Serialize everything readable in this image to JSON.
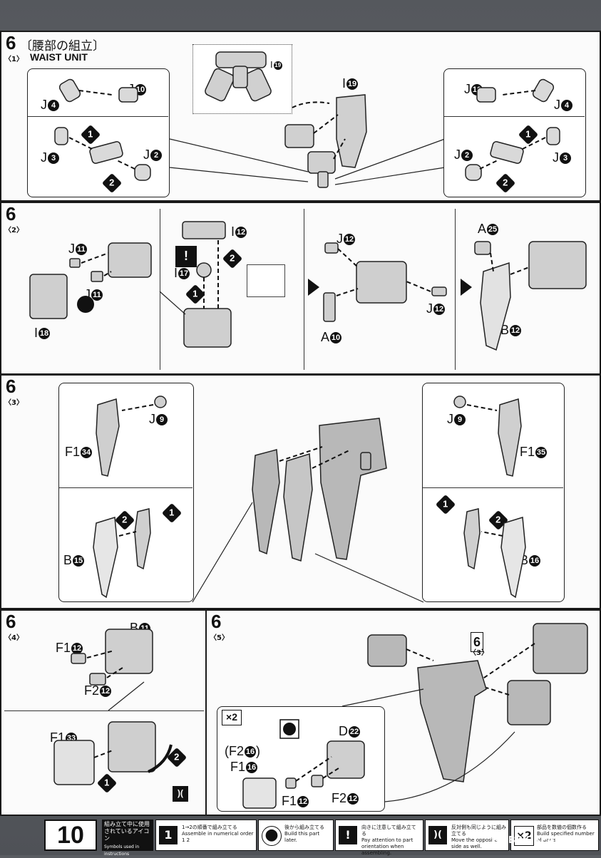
{
  "page": {
    "number": "10",
    "watermark": "HOBBY SEARCH"
  },
  "step6_1": {
    "step": "6",
    "sub": "〈1〉",
    "title_jp": "〔腰部の組立〕",
    "title_en": "WAIST UNIT",
    "labels": {
      "j4_left": "J",
      "j4_left_n": "4",
      "j10_left": "J",
      "j10_left_n": "10",
      "j3_left": "J",
      "j3_left_n": "3",
      "j2_left": "J",
      "j2_left_n": "2",
      "i19_top": "I",
      "i19_top_n": "19",
      "i19_mid": "I",
      "i19_mid_n": "19",
      "j10_right": "J",
      "j10_right_n": "10",
      "j4_right": "J",
      "j4_right_n": "4",
      "j2_right": "J",
      "j2_right_n": "2",
      "j3_right": "J",
      "j3_right_n": "3"
    },
    "order": [
      "1",
      "2"
    ]
  },
  "step6_2": {
    "step": "6",
    "sub": "〈2〉",
    "labels": {
      "j11_a": "J",
      "j11_a_n": "11",
      "j11_b": "J",
      "j11_b_n": "11",
      "i18": "I",
      "i18_n": "18",
      "i12": "I",
      "i12_n": "12",
      "i17": "I",
      "i17_n": "17",
      "j12_top": "J",
      "j12_top_n": "12",
      "a10": "A",
      "a10_n": "10",
      "j12_right": "J",
      "j12_right_n": "12",
      "a25": "A",
      "a25_n": "25",
      "b12": "B",
      "b12_n": "12"
    },
    "order": [
      "1",
      "2"
    ],
    "caution": "!"
  },
  "step6_3": {
    "step": "6",
    "sub": "〈3〉",
    "labels": {
      "j9_left": "J",
      "j9_left_n": "9",
      "f1_34": "F1",
      "f1_34_n": "34",
      "b15": "B",
      "b15_n": "15",
      "j9_right": "J",
      "j9_right_n": "9",
      "f1_35": "F1",
      "f1_35_n": "35",
      "b16": "B",
      "b16_n": "16"
    },
    "order": [
      "1",
      "2"
    ]
  },
  "step6_4": {
    "step": "6",
    "sub": "〈4〉",
    "labels": {
      "b11": "B",
      "b11_n": "11",
      "f1_12": "F1",
      "f1_12_n": "12",
      "f2_12": "F2",
      "f2_12_n": "12",
      "f1_33": "F1",
      "f1_33_n": "33"
    },
    "order": [
      "1",
      "2"
    ]
  },
  "step6_5": {
    "step": "6",
    "sub": "〈5〉",
    "ref_step": "6",
    "ref_sub": "〈3〉",
    "multiplier": "×2",
    "labels": {
      "d22": "D",
      "d22_n": "22",
      "f2_16": "(F2",
      "f2_16_n": "16",
      "f2_16_close": ")",
      "f1_16": "F1",
      "f1_16_n": "16",
      "f1_12": "F1",
      "f1_12_n": "12",
      "f2_12": "F2",
      "f2_12_n": "12"
    }
  },
  "legend": {
    "heading_jp": "組み立て中に使用されているアイコン",
    "heading_en": "Symbols used in instructions",
    "items": [
      {
        "icon": "1",
        "jp": "1→2の順番で組み立てる",
        "en": "Assemble in numerical order 1 2"
      },
      {
        "icon": "●",
        "jp": "後から組み立てる",
        "en": "Build this part later."
      },
      {
        "icon": "!",
        "jp": "向きに注意して組み立てる",
        "en": "Pay attention to part orientation when assembling."
      },
      {
        "icon": ")(",
        "jp": "反対側も同じように組み立てる",
        "en": "Move the opposite side as well."
      },
      {
        "icon": "×2",
        "jp": "部品を数値の個数作る",
        "en": "Build specified number of parts"
      }
    ]
  }
}
